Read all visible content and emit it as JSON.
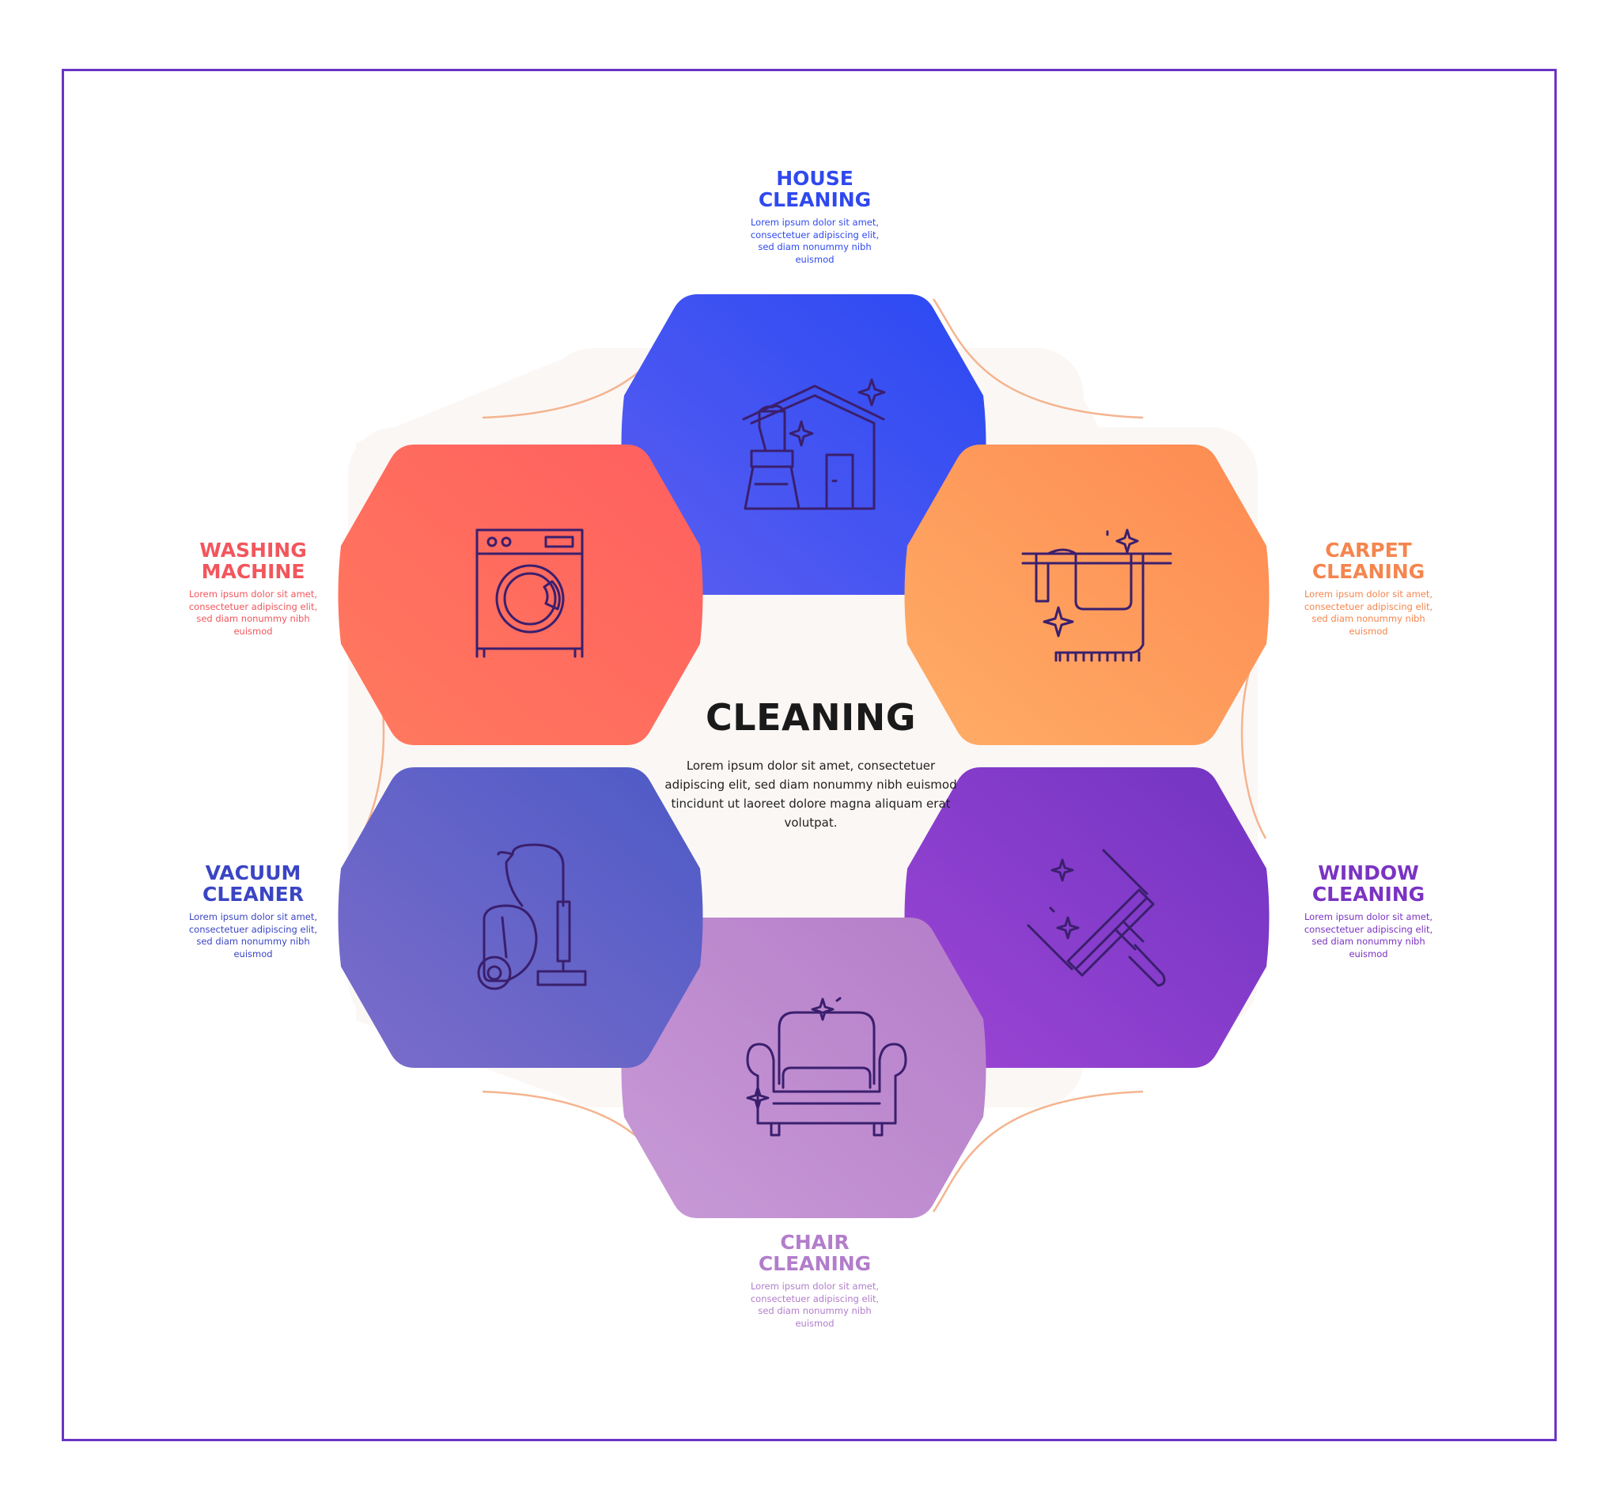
{
  "center": {
    "title": "CLEANING",
    "description": "Lorem ipsum dolor sit amet, consectetuer adipiscing elit, sed diam nonummy nibh euismod tincidunt ut laoreet dolore magna aliquam erat volutpat."
  },
  "items": [
    {
      "title_line1": "HOUSE",
      "title_line2": "CLEANING",
      "description": "Lorem ipsum dolor sit amet, consectetuer adipiscing elit, sed diam nonummy nibh euismod",
      "icon": "house-cleaning-icon",
      "color": "#2f49ee",
      "gradient": [
        "#5b5ef0",
        "#2a49f3"
      ]
    },
    {
      "title_line1": "CARPET",
      "title_line2": "CLEANING",
      "description": "Lorem ipsum dolor sit amet, consectetuer adipiscing elit, sed diam nonummy nibh euismod",
      "icon": "carpet-icon",
      "color": "#f5854e",
      "gradient": [
        "#ffad66",
        "#fd8a52"
      ]
    },
    {
      "title_line1": "WINDOW",
      "title_line2": "CLEANING",
      "description": "Lorem ipsum dolor sit amet, consectetuer adipiscing elit, sed diam nonummy nibh euismod",
      "icon": "window-squeegee-icon",
      "color": "#7a33c2",
      "gradient": [
        "#9c45d4",
        "#7234c2"
      ]
    },
    {
      "title_line1": "CHAIR",
      "title_line2": "CLEANING",
      "description": "Lorem ipsum dolor sit amet, consectetuer adipiscing elit, sed diam nonummy nibh euismod",
      "icon": "armchair-icon",
      "color": "#b27dcb",
      "gradient": [
        "#c89ad6",
        "#b57dc9"
      ]
    },
    {
      "title_line1": "VACUUM",
      "title_line2": "CLEANER",
      "description": "Lorem ipsum dolor sit amet, consectetuer adipiscing elit, sed diam nonummy nibh euismod",
      "icon": "vacuum-cleaner-icon",
      "color": "#3a45c4",
      "gradient": [
        "#7c6dca",
        "#4d5ac6"
      ]
    },
    {
      "title_line1": "WASHING",
      "title_line2": "MACHINE",
      "description": "Lorem ipsum dolor sit amet, consectetuer adipiscing elit, sed diam nonummy nibh euismod",
      "icon": "washing-machine-icon",
      "color": "#f2565c",
      "gradient": [
        "#ff7a5e",
        "#ff5f5f"
      ]
    }
  ]
}
